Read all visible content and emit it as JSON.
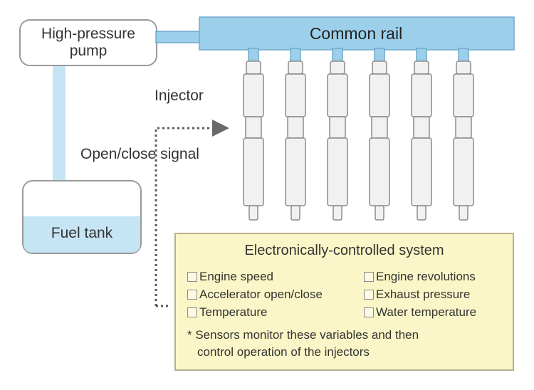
{
  "pump": {
    "line1": "High-pressure",
    "line2": "pump"
  },
  "rail": {
    "label": "Common rail"
  },
  "tank": {
    "label": "Fuel tank"
  },
  "injector": {
    "label": "Injector",
    "count": 6
  },
  "signal": {
    "label": "Open/close signal"
  },
  "ecs": {
    "title": "Electronically-controlled system",
    "items_left": [
      "Engine speed",
      "Accelerator open/close",
      "Temperature"
    ],
    "items_right": [
      "Engine revolutions",
      "Exhaust pressure",
      "Water temperature"
    ],
    "note_line1": "* Sensors monitor these variables and then",
    "note_line2": "control operation of the injectors"
  },
  "colors": {
    "rail_fill": "#9cd0ea",
    "rail_stroke": "#6fa9c9",
    "fuel_fill": "#c6e5f4",
    "injector_fill": "#f1f1f1",
    "injector_stroke": "#8c8c8c",
    "box_fill": "#fbf6c7",
    "dotted": "#5a5a5a"
  }
}
